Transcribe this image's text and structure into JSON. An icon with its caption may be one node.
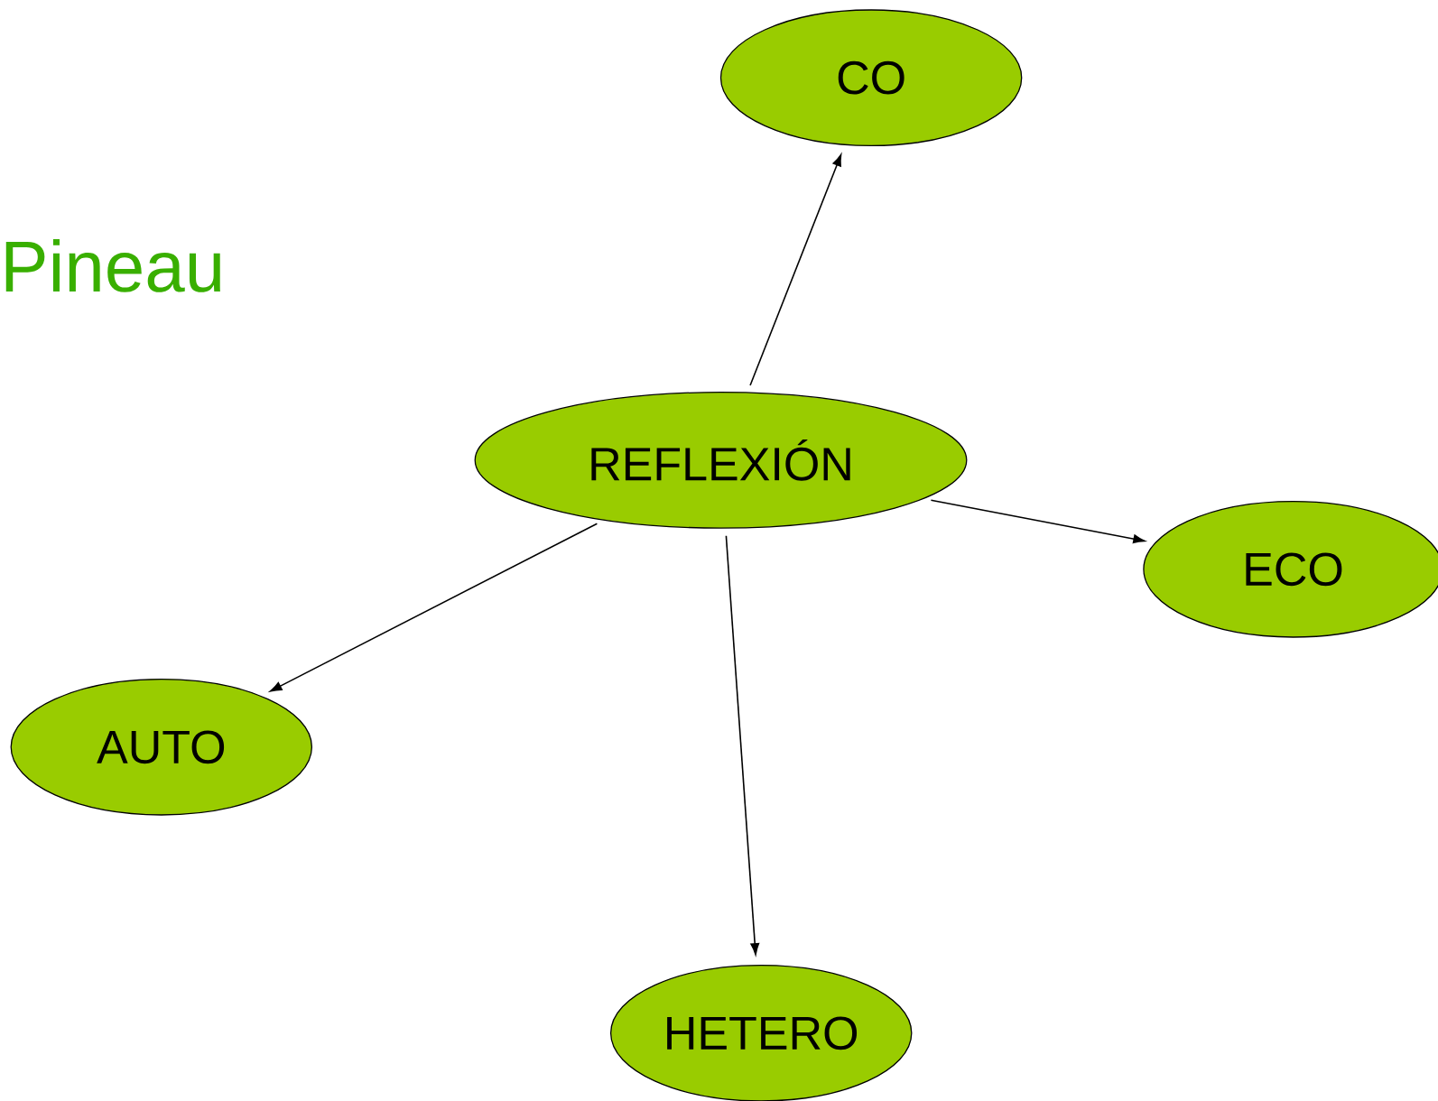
{
  "diagram": {
    "title": "Pineau",
    "nodes": [
      {
        "text": [
          "CO"
        ]
      },
      {
        "text": [
          "REFLEXIÓN"
        ]
      },
      {
        "text": [
          "ECO"
        ]
      },
      {
        "text": [
          "AUTO"
        ]
      },
      {
        "text": [
          "HETERO"
        ]
      }
    ],
    "edges": [
      {
        "from": 1,
        "to": 0,
        "arrow": "to"
      },
      {
        "from": 1,
        "to": 2,
        "arrow": "to"
      },
      {
        "from": 1,
        "to": 3,
        "arrow": "to"
      },
      {
        "from": 1,
        "to": 4,
        "arrow": "to"
      }
    ]
  }
}
